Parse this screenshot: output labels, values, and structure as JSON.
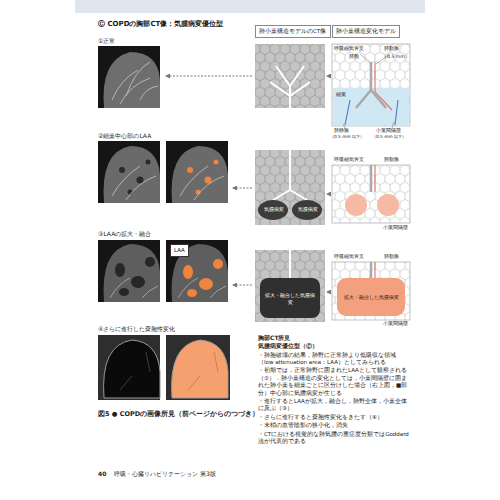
{
  "diagram": {
    "title": "Ⓒ COPDの胸部CT像：気腫病変優位型",
    "caption": "図5 ● COPDの画像所見（前ページからのつづき）",
    "nodes": [
      {
        "text": [
          "肺小葉構造モデルのCT像"
        ]
      },
      {
        "text": [
          "肺小葉構造変化モデル"
        ]
      },
      {
        "text": [
          "LAA"
        ]
      }
    ],
    "labels": [
      "①正常",
      "②細葉中心部のLAA",
      "③LAAの拡大・融合",
      "④さらに進行した嚢胞性変化",
      "呼吸細気管支",
      "肺動脈",
      "肺胞",
      "（0.5 mm）",
      "細葉",
      "肺静脈",
      "（0.5 mm 以下）",
      "小葉間隔壁",
      "（0.5 mm 以下）",
      "呼吸細気管支",
      "肺動脈",
      "小葉間隔壁",
      "気腫病変",
      "気腫病変",
      "呼吸細気管支",
      "肺動脈",
      "小葉間隔壁",
      "拡大・融合した気腫病変",
      "拡大・融合した気腫病変",
      "胸部CT所見",
      "気腫病変優位型（Ⓒ）",
      "・肺胞破壊の結果，肺野に正常肺より低吸収な領域（low attenuation area：LAA）としてみられる",
      "・初期では，正常肺野に囲まれたLAAとして観察される（②）．肺小葉構造の変化としては，小葉間隔壁に囲まれた肺小葉を細葉ごとに区分けした場合（右上図，■部分）中心部に気腫病変が生じる",
      "・進行するとLAAが拡大，融合し，肺野全体，小葉全体に及ぶ（③）",
      "・さらに進行すると嚢胞性変化をきたす（④）",
      "・末梢の血管陰影の狭小化，消失",
      "・CTにおける視覚的な肺気腫の重症度分類ではGoddard法が代表的である",
      "40",
      "呼吸・心臓リハビリテーション 第3版"
    ]
  }
}
